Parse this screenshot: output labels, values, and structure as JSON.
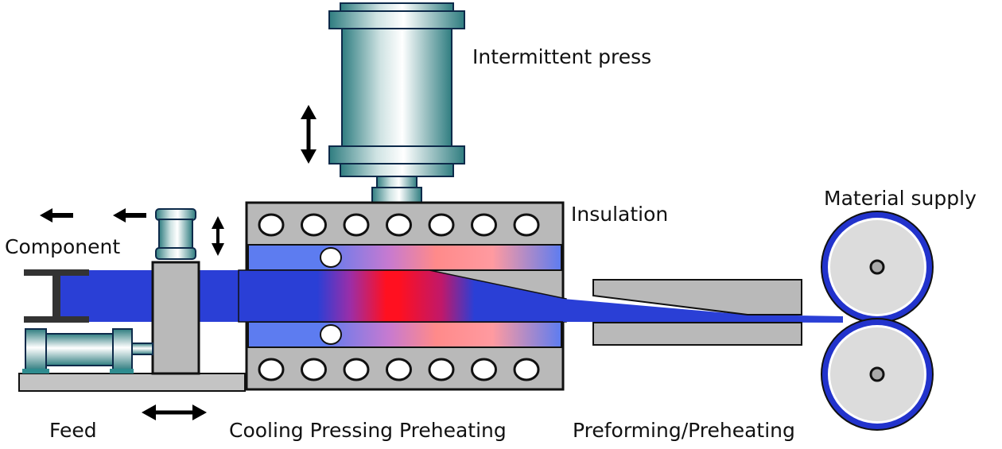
{
  "title": "Intermittent hot-pressing process schematic",
  "labels": {
    "intermittent_press": "Intermittent press",
    "insulation": "Insulation",
    "material_supply": "Material supply",
    "component": "Component",
    "feed": "Feed",
    "zones": "Cooling Pressing Preheating",
    "preforming": "Preforming/Preheating"
  },
  "components": [
    {
      "name": "Intermittent press",
      "motion": "vertical"
    },
    {
      "name": "Heated press die",
      "zones": [
        "Cooling",
        "Pressing",
        "Preheating"
      ]
    },
    {
      "name": "Insulation",
      "heater_holes_per_row": 7
    },
    {
      "name": "Preforming/Preheating die"
    },
    {
      "name": "Material supply rollers",
      "count": 2
    },
    {
      "name": "Feed gripper",
      "motion": "horizontal"
    },
    {
      "name": "Clamp cylinder",
      "motion": "vertical"
    }
  ],
  "flow_direction": "right-to-left",
  "colors": {
    "material_cold": "#2a3fd6",
    "material_hot": "#ff1020",
    "die_cool": "#5d7cf0",
    "die_hot": "#ff8a8a",
    "insulation_gray": "#b9b9b9",
    "cylinder_teal": "#2f7d80",
    "roller_gray": "#dcdcdc",
    "roller_rim": "#2233cc"
  }
}
